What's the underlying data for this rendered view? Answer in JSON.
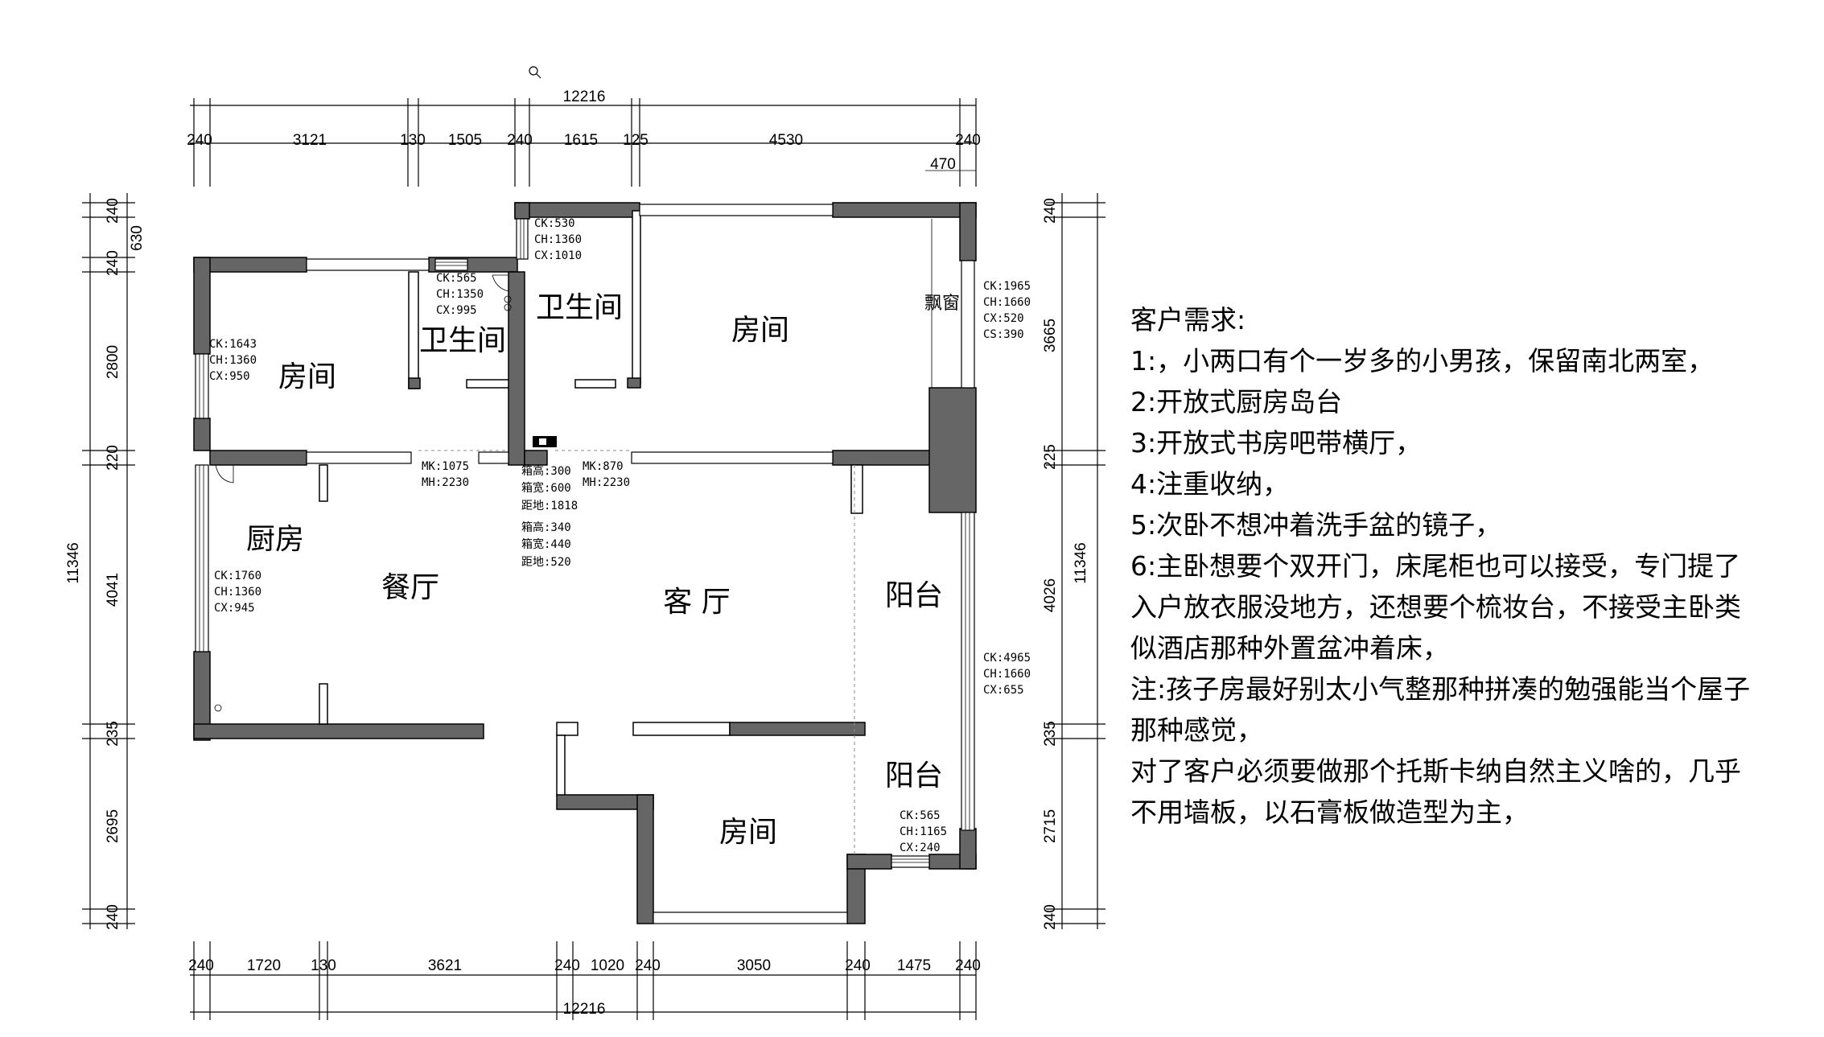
{
  "dimensions": {
    "top_total": "12216",
    "top_segments": [
      "240",
      "3121",
      "130",
      "1505",
      "240",
      "1615",
      "125",
      "4530",
      "240"
    ],
    "top_extra": "470",
    "bottom_total": "12216",
    "bottom_segments": [
      "240",
      "1720",
      "130",
      "3621",
      "240",
      "1020",
      "240",
      "3050",
      "240",
      "1475",
      "240"
    ],
    "left_total": "11346",
    "left_segments": [
      "240",
      "630",
      "240",
      "2800",
      "220",
      "4041",
      "235",
      "2695",
      "240"
    ],
    "right_total": "11346",
    "right_segments": [
      "240",
      "3665",
      "225",
      "4026",
      "235",
      "2715",
      "240"
    ]
  },
  "rooms": {
    "room_nw": "房间",
    "bath_small": "卫生间",
    "bath_large": "卫生间",
    "room_ne": "房间",
    "bay_window": "飘窗",
    "kitchen": "厨房",
    "dining": "餐厅",
    "living": "客 厅",
    "balcony_1": "阳台",
    "balcony_2": "阳台",
    "room_s": "房间"
  },
  "annotations": {
    "win_nw": [
      "CK:1643",
      "CH:1360",
      "CX:950"
    ],
    "win_bath_small": [
      "CK:565",
      "CH:1350",
      "CX:995"
    ],
    "win_bath_large": [
      "CK:530",
      "CH:1360",
      "CX:1010"
    ],
    "win_bay": [
      "CK:1965",
      "CH:1660",
      "CX:520",
      "CS:390"
    ],
    "win_kitchen": [
      "CK:1760",
      "CH:1360",
      "CX:945"
    ],
    "win_balcony": [
      "CK:4965",
      "CH:1660",
      "CX:655"
    ],
    "win_balcony_2": [
      "CK:565",
      "CH:1165",
      "CX:240"
    ],
    "door_1": [
      "MK:1075",
      "MH:2230"
    ],
    "door_2": [
      "MK:870",
      "MH:2230"
    ],
    "box_1": [
      "箱高:300",
      "箱宽:600",
      "距地:1818"
    ],
    "box_2": [
      "箱高:340",
      "箱宽:440",
      "距地:520"
    ]
  },
  "notes": {
    "title": "客户需求:",
    "items": [
      "1:，小两口有个一岁多的小男孩，保留南北两室，",
      "2:开放式厨房岛台",
      "3:开放式书房吧带横厅，",
      "4:注重收纳，",
      "5:次卧不想冲着洗手盆的镜子，",
      "6:主卧想要个双开门，床尾柜也可以接受，专门提了入户放衣服没地方，还想要个梳妆台，不接受主卧类似酒店那种外置盆冲着床，",
      "注:孩子房最好别太小气整那种拼凑的勉强能当个屋子那种感觉，",
      "对了客户必须要做那个托斯卡纳自然主义啥的，几乎不用墙板，以石膏板做造型为主，"
    ]
  },
  "colors": {
    "wall": "#666666",
    "line": "#000000",
    "background": "#ffffff"
  }
}
